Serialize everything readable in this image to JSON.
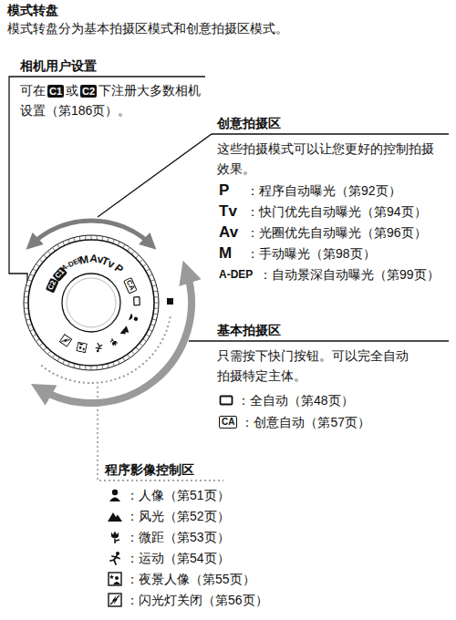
{
  "diagram": {
    "title": "模式转盘",
    "labels": [
      "模式转盘分为基本拍摄区模式和创意拍摄区模式。",
      "相机用户设置",
      "可在",
      "C1",
      "或",
      "C2",
      "下注册大多数相机设置（第186页）。",
      "创意拍摄区",
      "这些拍摄模式可以让您更好的控制拍摄效果。",
      "P",
      "：程序自动曝光（第92页）",
      "Tv",
      "：快门优先自动曝光（第94页）",
      "Av",
      "：光圈优先自动曝光（第96页）",
      "M",
      "：手动曝光（第98页）",
      "A-DEP",
      "：自动景深自动曝光（第99页）",
      "基本拍摄区",
      "只需按下快门按钮。可以完全自动拍摄特定主体。",
      "：全自动（第48页）",
      "CA",
      "：创意自动（第57页）",
      "程序影像控制区",
      "：人像（第51页）",
      "：风光（第52页）",
      "：微距（第53页）",
      "：运动（第54页）",
      "：夜景人像（第55页）",
      "：闪光灯关闭（第56页）",
      "C2",
      "C1",
      "A-DEP",
      "M",
      "Av",
      "Tv",
      "P",
      "CA"
    ]
  }
}
